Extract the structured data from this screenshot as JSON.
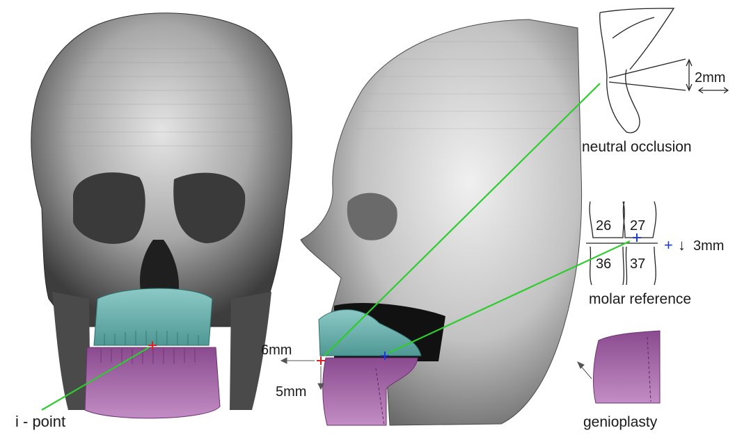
{
  "labels": {
    "i_point": "i - point",
    "neutral_occlusion": "neutral occlusion",
    "molar_reference": "molar reference",
    "genioplasty": "genioplasty",
    "shift_2mm": "2mm",
    "shift_6mm": "6mm",
    "shift_5mm": "5mm",
    "shift_3mm": "3mm",
    "plus_sign": "+",
    "down_arrow": "↓"
  },
  "teeth": [
    "26",
    "27",
    "36",
    "37"
  ],
  "colors": {
    "bone": "#a9a9a9",
    "bone_dark": "#3a3a3a",
    "maxilla": "#6fb3b1",
    "mandible": "#a56aa8",
    "guide_line": "#2ecc2e",
    "marker_red": "#e02020",
    "marker_blue": "#1f3bd6"
  }
}
